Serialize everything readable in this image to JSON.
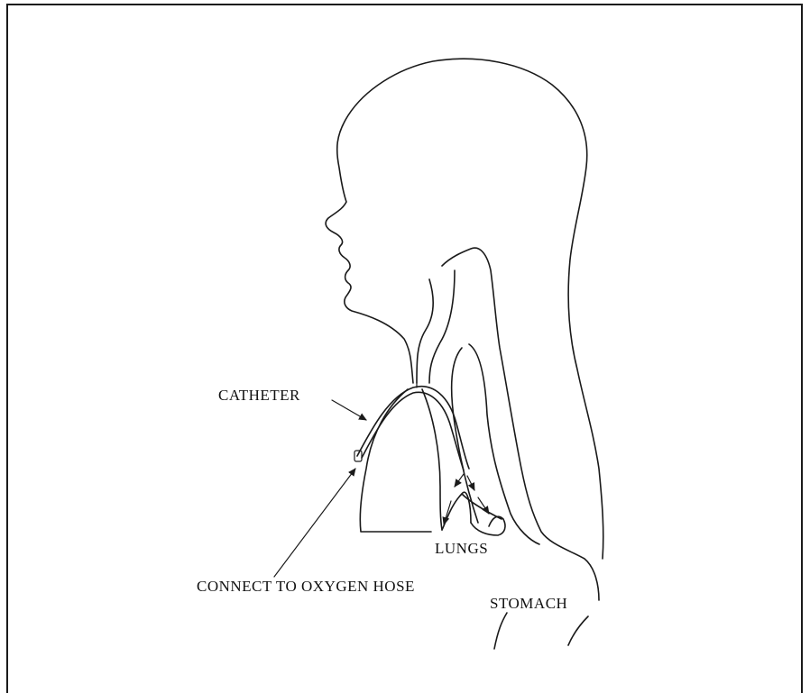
{
  "labels": {
    "catheter": "CATHETER",
    "lungs": "LUNGS",
    "connect": "CONNECT TO OXYGEN HOSE",
    "stomach": "STOMACH"
  },
  "colors": {
    "line": "#1a1a1a",
    "background": "#ffffff"
  }
}
